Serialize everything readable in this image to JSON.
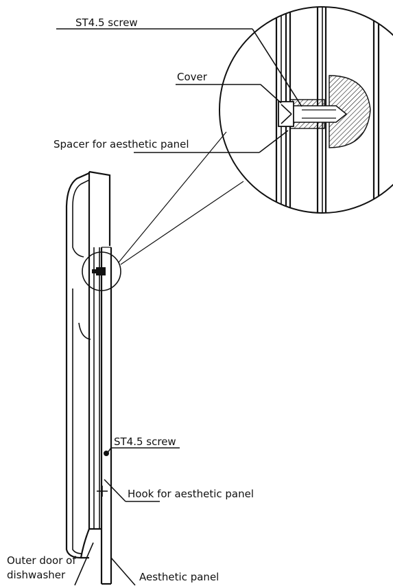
{
  "labels": {
    "top_screw": "ST4.5 screw",
    "cover": "Cover",
    "spacer": "Spacer  for aesthetic panel",
    "bottom_screw": "ST4.5 screw",
    "hook": "Hook for aesthetic panel",
    "outer_door_line1": "Outer door of",
    "outer_door_line2": "dishwasher",
    "aesthetic_panel": "Aesthetic panel"
  },
  "colors": {
    "line": "#111111",
    "background": "#ffffff"
  }
}
